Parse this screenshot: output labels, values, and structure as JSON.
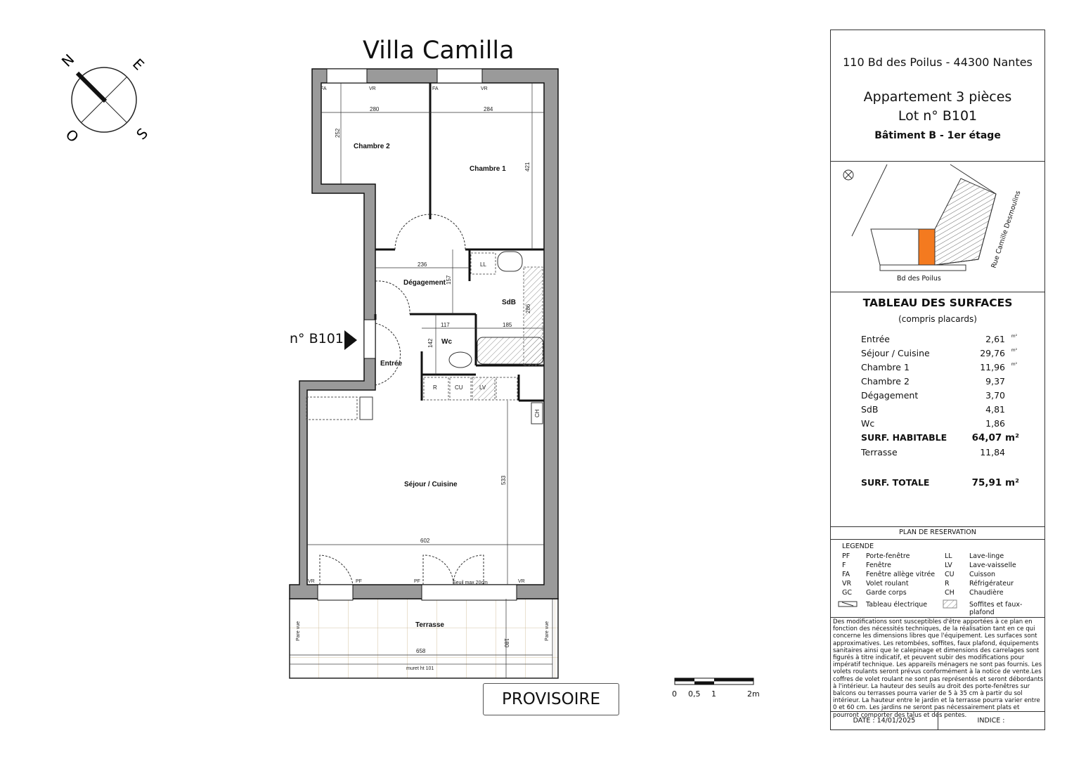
{
  "title": "Villa Camilla",
  "compass": {
    "n": "N",
    "e": "E",
    "s": "S",
    "o": "O"
  },
  "lot_marker": "n° B101",
  "provisoire": "PROVISOIRE",
  "scale_bar": [
    "0",
    "0,5",
    "1",
    "2m"
  ],
  "plan": {
    "rooms": {
      "chambre2": "Chambre 2",
      "chambre1": "Chambre 1",
      "degagement": "Dégagement",
      "sdb": "SdB",
      "wc": "Wc",
      "entree": "Entrée",
      "sejour": "Séjour / Cuisine",
      "terrasse": "Terrasse"
    },
    "dims": {
      "d280": "280",
      "d284": "284",
      "d252": "252",
      "d421": "421",
      "d236": "236",
      "d157": "157",
      "d286": "286",
      "d117": "117",
      "d185": "185",
      "d142": "142",
      "d533": "533",
      "d602": "602",
      "d658": "658",
      "d180": "180"
    },
    "equip": {
      "ll": "LL",
      "r": "R",
      "cu": "CU",
      "lv": "LV",
      "ch": "CH"
    },
    "marks": {
      "fa": "FA",
      "vr": "VR",
      "pf": "PF",
      "seuil": "Seuil max 20cm",
      "pare_vue": "Pare vue",
      "muret": "muret ht 101"
    }
  },
  "panel": {
    "address": "110 Bd des Poilus - 44300 Nantes",
    "type": "Appartement 3 pièces",
    "lot": "Lot n° B101",
    "building": "Bâtiment B - 1er étage",
    "map": {
      "street1": "Bd des Poilus",
      "street2": "Rue Camille Desmoulins",
      "highlight": "#f47a1f"
    },
    "table_title": "TABLEAU DES SURFACES",
    "table_sub": "(compris placards)",
    "rows": [
      {
        "label": "Entrée",
        "value": "2,61",
        "unit": "m²"
      },
      {
        "label": "Séjour / Cuisine",
        "value": "29,76",
        "unit": "m²"
      },
      {
        "label": "Chambre 1",
        "value": "11,96",
        "unit": "m²"
      },
      {
        "label": "Chambre 2",
        "value": "9,37",
        "unit": ""
      },
      {
        "label": "Dégagement",
        "value": "3,70",
        "unit": ""
      },
      {
        "label": "SdB",
        "value": "4,81",
        "unit": ""
      },
      {
        "label": "Wc",
        "value": "1,86",
        "unit": ""
      }
    ],
    "habitable_label": "SURF. HABITABLE",
    "habitable_value": "64,07 m²",
    "terrasse_label": "Terrasse",
    "terrasse_value": "11,84",
    "total_label": "SURF. TOTALE",
    "total_value": "75,91 m²",
    "plan_title": "PLAN DE RESERVATION",
    "legend_title": "LEGENDE",
    "legend_left": [
      {
        "code": "PF",
        "text": "Porte-fenêtre"
      },
      {
        "code": "F",
        "text": "Fenêtre"
      },
      {
        "code": "FA",
        "text": "Fenêtre allège vitrée"
      },
      {
        "code": "VR",
        "text": "Volet roulant"
      },
      {
        "code": "GC",
        "text": "Garde corps"
      }
    ],
    "legend_right": [
      {
        "code": "LL",
        "text": "Lave-linge"
      },
      {
        "code": "LV",
        "text": "Lave-vaisselle"
      },
      {
        "code": "CU",
        "text": "Cuisson"
      },
      {
        "code": "R",
        "text": "Réfrigérateur"
      },
      {
        "code": "CH",
        "text": "Chaudière"
      }
    ],
    "legend_tableau": "Tableau électrique",
    "legend_soffites": "Soffites et faux-plafond",
    "disclaimer": "Des modifications sont susceptibles d'être apportées à ce plan en fonction des nécessités techniques, de la réalisation tant en ce qui concerne les dimensions libres que l'équipement. Les surfaces sont approximatives. Les retombées, soffites, faux plafond, équipements sanitaires ainsi que le calepinage et dimensions des carrelages sont figurés à titre indicatif, et peuvent subir des modifications pour impératif technique. Les appareils ménagers ne sont pas fournis.  Les volets roulants seront prévus conformément à la notice de vente.Les coffres de volet roulant ne sont pas représentés et seront débordants à l'intérieur. La hauteur des seuils au droit des porte-fenêtres sur balcons ou terrasses pourra varier de 5 à 35 cm à partir du sol intérieur. La hauteur entre le jardin et la terrasse pourra varier entre 0 et 60 cm. Les jardins ne seront pas nécessairement plats et pourront comporter des talus et des pentes.",
    "date": "DATE : 14/01/2025",
    "indice": "INDICE :"
  }
}
